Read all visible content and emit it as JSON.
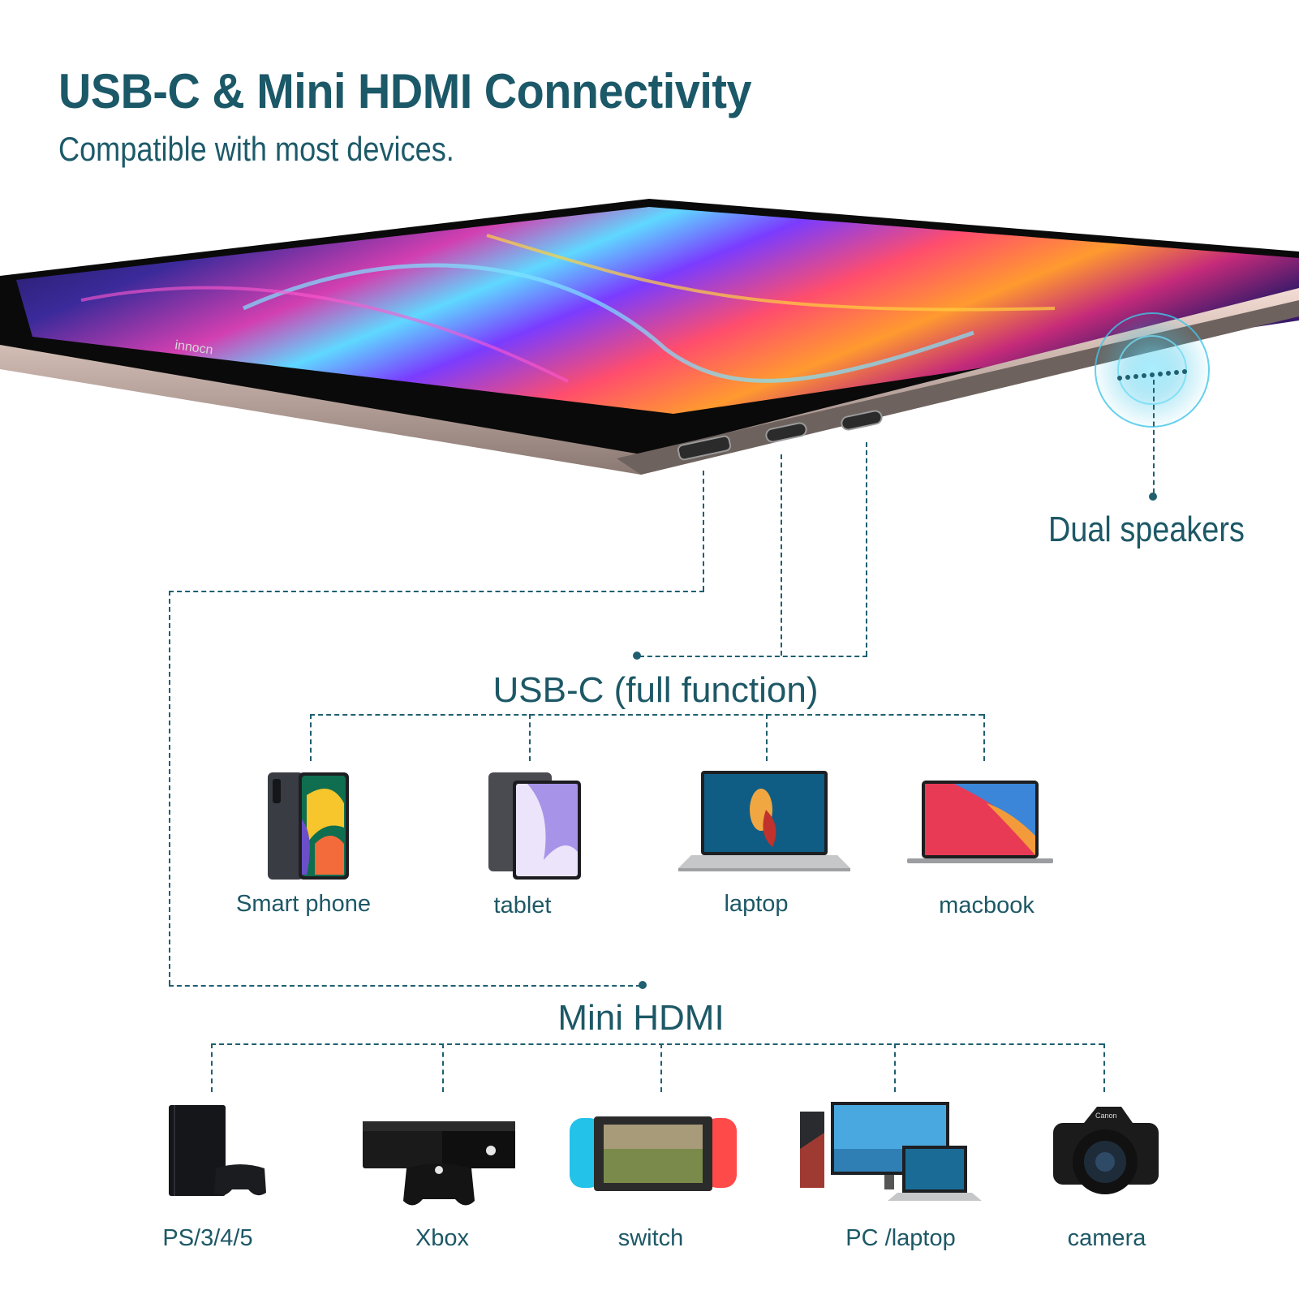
{
  "header": {
    "title": "USB-C  &  Mini HDMI Connectivity",
    "subtitle": "Compatible with most devices."
  },
  "monitor": {
    "brand_logo": "innocn",
    "ports": [
      "mini-hdmi-port",
      "usb-c-port",
      "usb-c-port"
    ],
    "speaker_label": "Dual speakers"
  },
  "usb_c": {
    "title": "USB-C (full function)",
    "devices": [
      {
        "label": "Smart phone",
        "icon": "smartphone-icon"
      },
      {
        "label": "tablet",
        "icon": "tablet-icon"
      },
      {
        "label": "laptop",
        "icon": "laptop-icon"
      },
      {
        "label": "macbook",
        "icon": "macbook-icon"
      }
    ]
  },
  "mini_hdmi": {
    "title": "Mini HDMI",
    "devices": [
      {
        "label": "PS/3/4/5",
        "icon": "playstation-icon"
      },
      {
        "label": "Xbox",
        "icon": "xbox-icon"
      },
      {
        "label": "switch",
        "icon": "nintendo-switch-icon"
      },
      {
        "label": "PC /laptop",
        "icon": "pc-laptop-icon"
      },
      {
        "label": "camera",
        "icon": "camera-icon"
      }
    ]
  },
  "colors": {
    "accent": "#1b5868",
    "line": "#1f5f70",
    "speaker_glow": "#3fc6e8"
  }
}
